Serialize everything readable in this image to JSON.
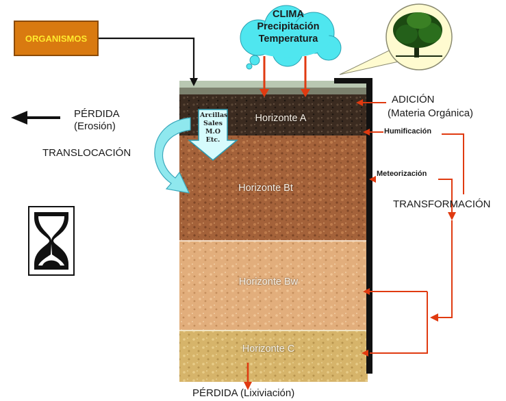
{
  "organismos": "ORGANISMOS",
  "clima": {
    "title": "CLIMA",
    "line2": "Precipitación",
    "line3": "Temperatura"
  },
  "perdida_erosion": {
    "line1": "PÉRDIDA",
    "line2": "(Erosión)"
  },
  "translocacion": "TRANSLOCACIÓN",
  "translocation_arrow": {
    "items": [
      "Arcillas",
      "Sales",
      "M.O",
      "Etc."
    ]
  },
  "adicion": {
    "line1": "ADICIÓN",
    "line2": "(Materia Orgánica)"
  },
  "humificacion": "Humificación",
  "meteorizacion": "Meteorización",
  "transformacion": "TRANSFORMACIÓN",
  "horizons": {
    "a": "Horizonte A",
    "bt": "Horizonte Bt",
    "bw": "Horizonte Bw",
    "c": "Horizonte C"
  },
  "perdida_lixiviacion": "PÉRDIDA (Lixiviación)",
  "colors": {
    "arrow_red": "#e03a10",
    "organismos_fill": "#d97a10",
    "organismos_text": "#ffe92e",
    "cloud_fill": "#4fe6ef",
    "horizon_a": "#3a2a1e",
    "horizon_bt": "#a8663a",
    "horizon_bw": "#e3b07e",
    "horizon_c": "#d8b66a"
  },
  "icons": [
    "hourglass-icon",
    "tree-icon",
    "left-arrow-icon"
  ]
}
